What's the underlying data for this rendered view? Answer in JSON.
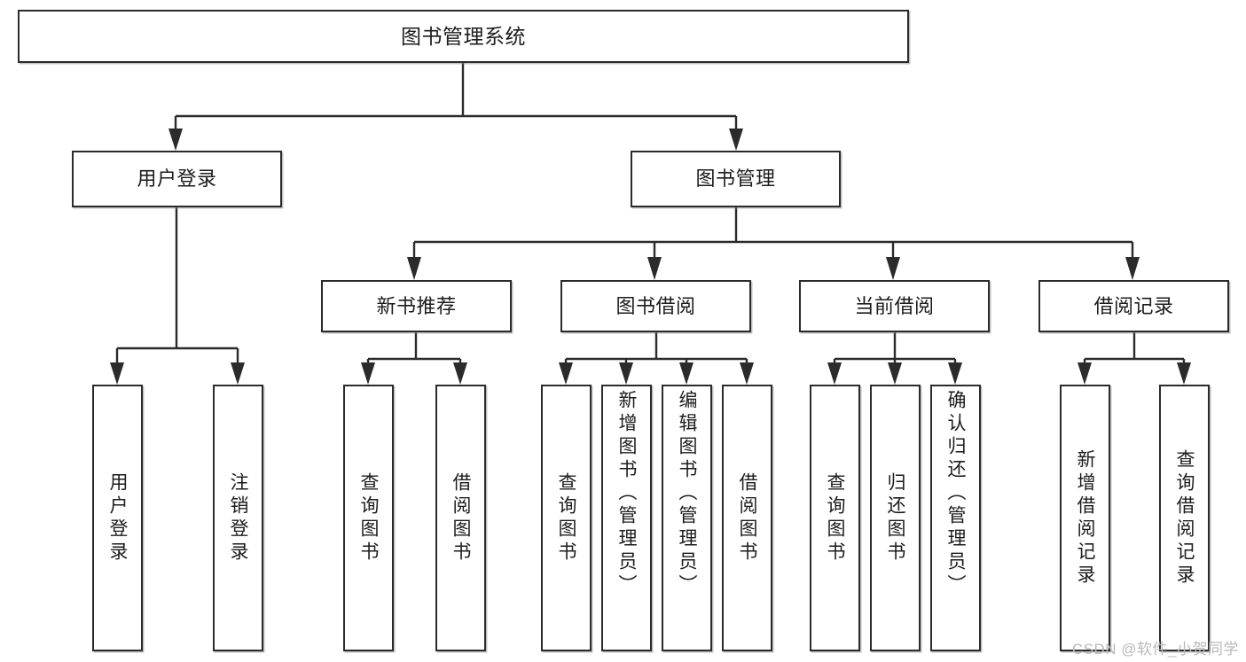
{
  "diagram": {
    "title": "图书管理系统",
    "watermark": "CSDN @软件_小贺同学",
    "style": {
      "box_border_color": "#2b2b2b",
      "box_fill_color": "#ffffff",
      "connector_color": "#2b2b2b",
      "text_color": "#1c1c1c",
      "watermark_color": "#b9b9b9",
      "background": "#ffffff"
    }
  },
  "nodes": {
    "root": {
      "label": "图书管理系统",
      "level": 1
    },
    "l2": [
      {
        "id": "user-login",
        "label": "用户登录",
        "level": 2
      },
      {
        "id": "book-management",
        "label": "图书管理",
        "level": 2
      }
    ],
    "l3": [
      {
        "id": "new-book-recommend",
        "label": "新书推荐",
        "level": 3,
        "parent": "book-management"
      },
      {
        "id": "book-borrow",
        "label": "图书借阅",
        "level": 3,
        "parent": "book-management"
      },
      {
        "id": "current-borrow",
        "label": "当前借阅",
        "level": 3,
        "parent": "book-management"
      },
      {
        "id": "borrow-record",
        "label": "借阅记录",
        "level": 3,
        "parent": "book-management"
      }
    ],
    "leaves": [
      {
        "id": "leaf-user-login",
        "label": "用户登录",
        "parent": "user-login"
      },
      {
        "id": "leaf-user-logout",
        "label": "注销登录",
        "parent": "user-login"
      },
      {
        "id": "leaf-query-book-1",
        "label": "查询图书",
        "parent": "new-book-recommend"
      },
      {
        "id": "leaf-borrow-book-1",
        "label": "借阅图书",
        "parent": "new-book-recommend"
      },
      {
        "id": "leaf-query-book-2",
        "label": "查询图书",
        "parent": "book-borrow"
      },
      {
        "id": "leaf-add-book",
        "label": "新增图书（管理员）",
        "parent": "book-borrow"
      },
      {
        "id": "leaf-edit-book",
        "label": "编辑图书（管理员）",
        "parent": "book-borrow"
      },
      {
        "id": "leaf-borrow-book-2",
        "label": "借阅图书",
        "parent": "book-borrow"
      },
      {
        "id": "leaf-query-book-3",
        "label": "查询图书",
        "parent": "current-borrow"
      },
      {
        "id": "leaf-return-book",
        "label": "归还图书",
        "parent": "current-borrow"
      },
      {
        "id": "leaf-confirm-return",
        "label": "确认归还（管理员）",
        "parent": "current-borrow"
      },
      {
        "id": "leaf-add-record",
        "label": "新增借阅记录",
        "parent": "borrow-record"
      },
      {
        "id": "leaf-query-record",
        "label": "查询借阅记录",
        "parent": "borrow-record"
      }
    ]
  }
}
